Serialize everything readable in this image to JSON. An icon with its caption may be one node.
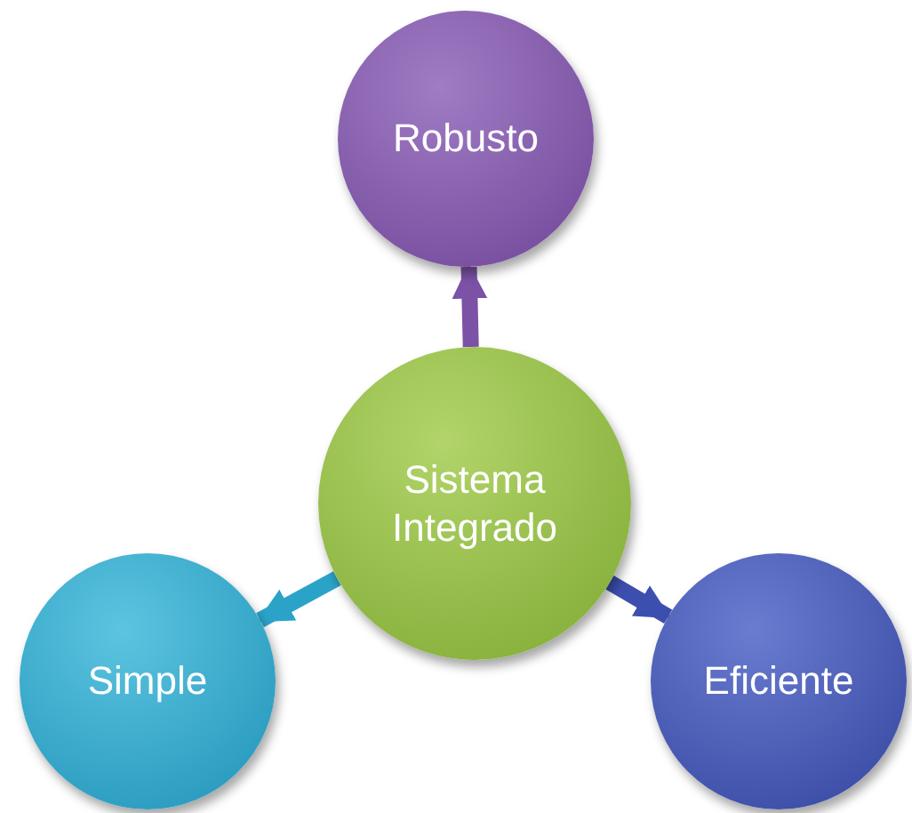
{
  "diagram": {
    "nodes": [
      {
        "text": [
          "Robusto"
        ]
      },
      {
        "text": [
          "Sistema Integrado"
        ]
      },
      {
        "text": [
          "Simple"
        ]
      },
      {
        "text": [
          "Eficiente"
        ]
      }
    ],
    "edges": [
      {
        "from": 1,
        "to": 0,
        "arrow": "to",
        "color": "#7b52a6"
      },
      {
        "from": 1,
        "to": 2,
        "arrow": "to",
        "color": "#2ba3c9"
      },
      {
        "from": 1,
        "to": 3,
        "arrow": "to",
        "color": "#3d4fae"
      }
    ]
  }
}
